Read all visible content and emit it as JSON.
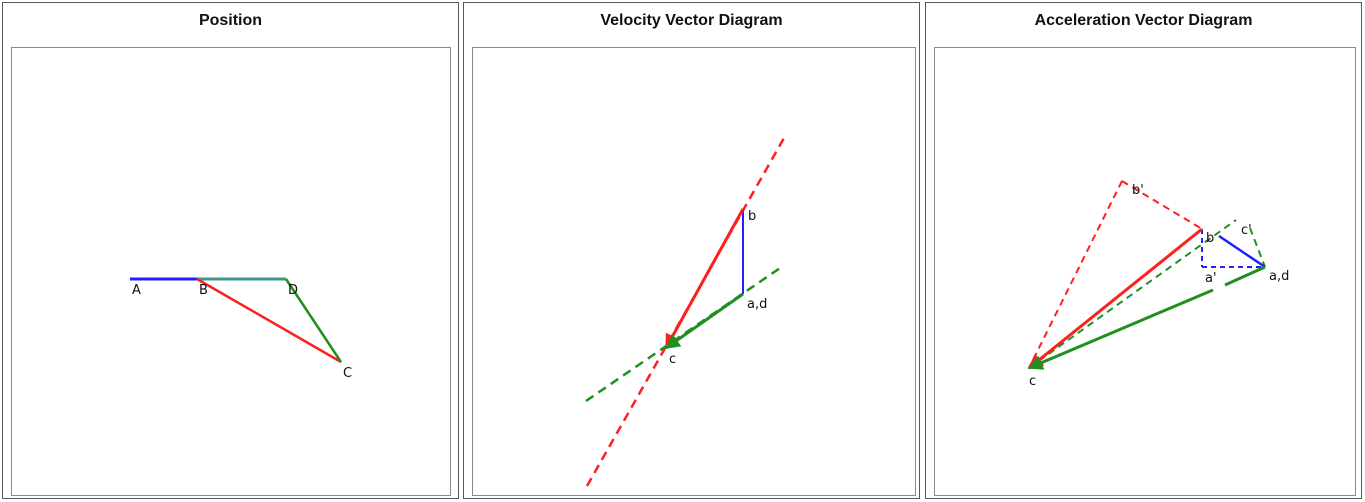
{
  "panels": [
    {
      "title": "Position"
    },
    {
      "title": "Velocity Vector Diagram"
    },
    {
      "title": "Acceleration Vector Diagram"
    }
  ],
  "position": {
    "labels": {
      "A": "A",
      "B": "B",
      "C": "C",
      "D": "D"
    }
  },
  "velocity": {
    "labels": {
      "b": "b",
      "ad": "a,d",
      "c": "c"
    }
  },
  "acceleration": {
    "labels": {
      "bp": "b'",
      "b": "b",
      "cp": "c'",
      "ap": "a'",
      "ad": "a,d",
      "c": "c"
    }
  },
  "colors": {
    "blue": "#1f1fff",
    "red": "#ff1f1f",
    "green": "#1f8f1f",
    "teal": "#3a9a8a"
  }
}
